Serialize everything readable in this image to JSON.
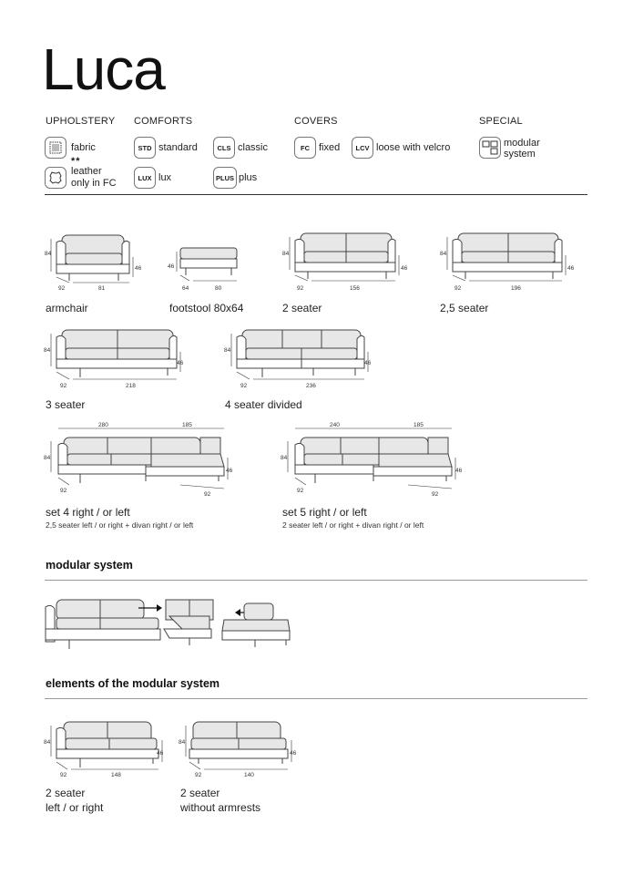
{
  "title": "Luca",
  "legend": {
    "headers": {
      "upholstery": "UPHOLSTERY",
      "comforts": "COMFORTS",
      "covers": "COVERS",
      "special": "SPECIAL"
    },
    "upholstery": {
      "fabric": "fabric",
      "leather_mark": "**",
      "leather_line1": "leather",
      "leather_line2": "only in FC"
    },
    "comforts": [
      {
        "code": "STD",
        "label": "standard"
      },
      {
        "code": "CLS",
        "label": "classic"
      },
      {
        "code": "LUX",
        "label": "lux"
      },
      {
        "code": "PLUS",
        "label": "plus"
      }
    ],
    "covers": [
      {
        "code": "FC",
        "label": "fixed"
      },
      {
        "code": "LCV",
        "label": "loose with velcro"
      }
    ],
    "special": {
      "line1": "modular",
      "line2": "system"
    }
  },
  "products": {
    "armchair": {
      "caption": "armchair",
      "height": "84",
      "depth": "92",
      "width": "81",
      "seat": "46"
    },
    "footstool": {
      "caption": "footstool 80x64",
      "seat": "46",
      "depth": "64",
      "width": "80"
    },
    "two_seater": {
      "caption": "2 seater",
      "height": "84",
      "depth": "92",
      "width": "156",
      "seat": "46"
    },
    "two_five_seater": {
      "caption": "2,5 seater",
      "height": "84",
      "depth": "92",
      "width": "196",
      "seat": "46"
    },
    "three_seater": {
      "caption": "3 seater",
      "height": "84",
      "depth": "92",
      "width": "218",
      "seat": "46"
    },
    "four_seater": {
      "caption": "4 seater divided",
      "height": "84",
      "depth": "92",
      "width": "236",
      "seat": "46"
    },
    "set4": {
      "caption": "set 4 right / or left",
      "sub": "2,5 seater left / or right + divan right / or left",
      "width1": "280",
      "width2": "185",
      "height": "84",
      "depth": "92",
      "seat": "46",
      "divan_depth": "92"
    },
    "set5": {
      "caption": "set 5 right / or left",
      "sub": "2 seater left / or right + divan right / or left",
      "width1": "240",
      "width2": "185",
      "height": "84",
      "depth": "92",
      "seat": "46",
      "divan_depth": "92"
    }
  },
  "modular_section": {
    "title": "modular system"
  },
  "elements_section": {
    "title": "elements of the modular system"
  },
  "elements": {
    "left_right": {
      "caption1": "2 seater",
      "caption2": "left / or right",
      "height": "84",
      "depth": "92",
      "width": "148",
      "seat": "46"
    },
    "no_arms": {
      "caption1": "2 seater",
      "caption2": "without armrests",
      "height": "84",
      "depth": "92",
      "width": "140",
      "seat": "46"
    }
  }
}
